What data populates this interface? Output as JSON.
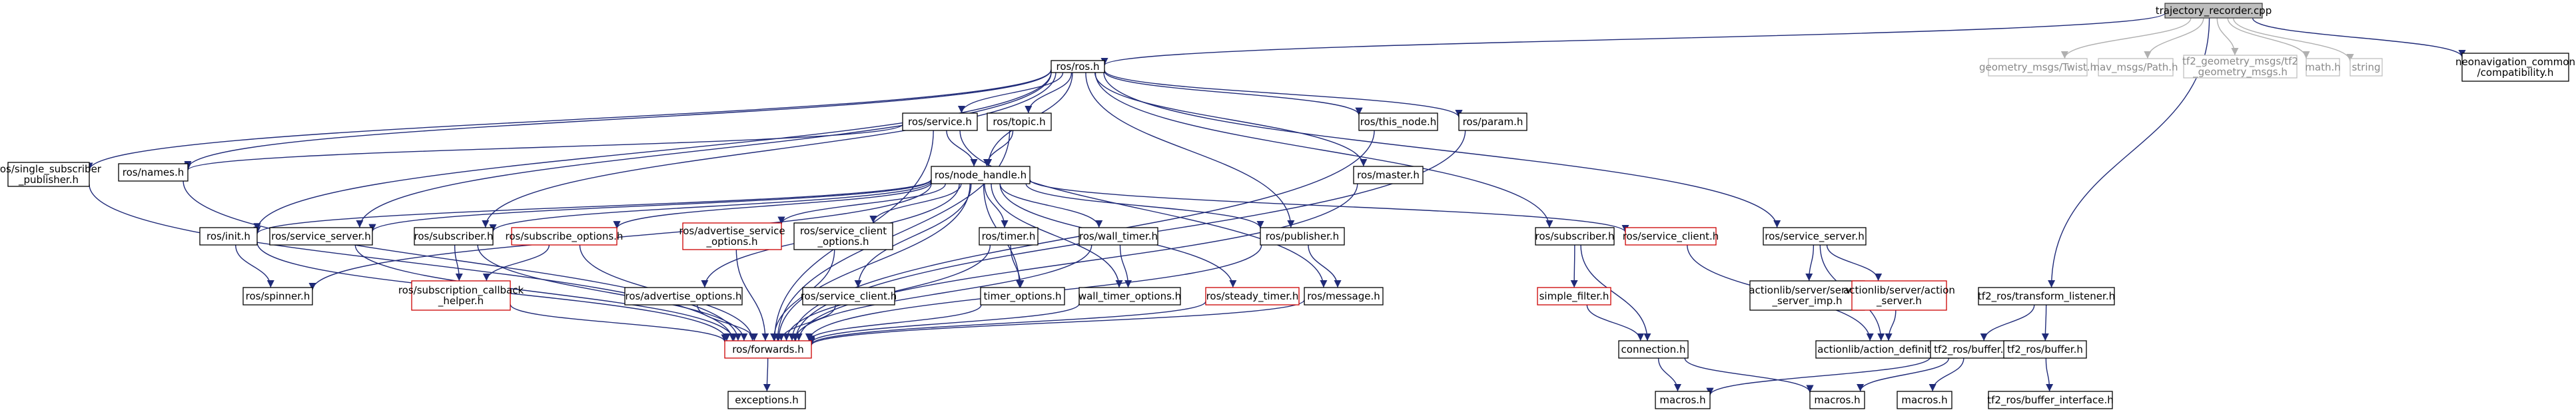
{
  "nodes": {
    "root": {
      "lines": [
        "trajectory_recorder.cpp"
      ],
      "style": "root"
    },
    "ros_h": {
      "lines": [
        "ros/ros.h"
      ],
      "style": "normal"
    },
    "geom_twist": {
      "lines": [
        "geometry_msgs/Twist.h"
      ],
      "style": "gray"
    },
    "nav_path": {
      "lines": [
        "nav_msgs/Path.h"
      ],
      "style": "gray"
    },
    "tf2_geom": {
      "lines": [
        "tf2_geometry_msgs/tf2",
        "_geometry_msgs.h"
      ],
      "style": "gray"
    },
    "math_h": {
      "lines": [
        "math.h"
      ],
      "style": "gray"
    },
    "string": {
      "lines": [
        "string"
      ],
      "style": "gray"
    },
    "neonav": {
      "lines": [
        "neonavigation_common",
        "/compatibility.h"
      ],
      "style": "normal"
    },
    "single_sub": {
      "lines": [
        "ros/single_subscriber",
        "_publisher.h"
      ],
      "style": "normal"
    },
    "names_h": {
      "lines": [
        "ros/names.h"
      ],
      "style": "normal"
    },
    "service_h": {
      "lines": [
        "ros/service.h"
      ],
      "style": "normal"
    },
    "topic_h": {
      "lines": [
        "ros/topic.h"
      ],
      "style": "normal"
    },
    "this_node": {
      "lines": [
        "ros/this_node.h"
      ],
      "style": "normal"
    },
    "param_h": {
      "lines": [
        "ros/param.h"
      ],
      "style": "normal"
    },
    "node_handle": {
      "lines": [
        "ros/node_handle.h"
      ],
      "style": "normal"
    },
    "master_h": {
      "lines": [
        "ros/master.h"
      ],
      "style": "normal"
    },
    "init_h": {
      "lines": [
        "ros/init.h"
      ],
      "style": "normal"
    },
    "service_server_a": {
      "lines": [
        "ros/service_server.h"
      ],
      "style": "normal"
    },
    "subscriber_a": {
      "lines": [
        "ros/subscriber.h"
      ],
      "style": "normal"
    },
    "subscribe_opts": {
      "lines": [
        "ros/subscribe_options.h"
      ],
      "style": "red"
    },
    "adv_service_opts": {
      "lines": [
        "ros/advertise_service",
        "_options.h"
      ],
      "style": "red"
    },
    "service_client_opts": {
      "lines": [
        "ros/service_client",
        "_options.h"
      ],
      "style": "normal"
    },
    "timer_h": {
      "lines": [
        "ros/timer.h"
      ],
      "style": "normal"
    },
    "wall_timer": {
      "lines": [
        "ros/wall_timer.h"
      ],
      "style": "normal"
    },
    "publisher_h": {
      "lines": [
        "ros/publisher.h"
      ],
      "style": "normal"
    },
    "subscriber_b": {
      "lines": [
        "ros/subscriber.h"
      ],
      "style": "normal"
    },
    "service_client_red": {
      "lines": [
        "ros/service_client.h"
      ],
      "style": "red"
    },
    "service_server_b": {
      "lines": [
        "ros/service_server.h"
      ],
      "style": "normal"
    },
    "spinner_h": {
      "lines": [
        "ros/spinner.h"
      ],
      "style": "normal"
    },
    "sub_cb_helper": {
      "lines": [
        "ros/subscription_callback",
        "_helper.h"
      ],
      "style": "red"
    },
    "adv_opts": {
      "lines": [
        "ros/advertise_options.h"
      ],
      "style": "normal"
    },
    "service_client_b": {
      "lines": [
        "ros/service_client.h"
      ],
      "style": "normal"
    },
    "timer_opts": {
      "lines": [
        "timer_options.h"
      ],
      "style": "normal"
    },
    "wall_timer_opts": {
      "lines": [
        "wall_timer_options.h"
      ],
      "style": "normal"
    },
    "steady_timer": {
      "lines": [
        "ros/steady_timer.h"
      ],
      "style": "red"
    },
    "message_h": {
      "lines": [
        "ros/message.h"
      ],
      "style": "normal"
    },
    "simple_filter": {
      "lines": [
        "simple_filter.h"
      ],
      "style": "red"
    },
    "al_service_imp": {
      "lines": [
        "actionlib/server/service",
        "_server_imp.h"
      ],
      "style": "normal"
    },
    "al_action_server": {
      "lines": [
        "actionlib/server/action",
        "_server.h"
      ],
      "style": "red"
    },
    "forwards_h": {
      "lines": [
        "ros/forwards.h"
      ],
      "style": "red"
    },
    "connection_h": {
      "lines": [
        "connection.h"
      ],
      "style": "normal"
    },
    "al_action_def": {
      "lines": [
        "actionlib/action_definition.h"
      ],
      "style": "normal"
    },
    "tf2_tl": {
      "lines": [
        "tf2_ros/transform_listener.h"
      ],
      "style": "normal"
    },
    "tf2_buffer_a": {
      "lines": [
        "tf2_ros/buffer.h"
      ],
      "style": "normal"
    },
    "tf2_buffer_b": {
      "lines": [
        "tf2_ros/buffer.h"
      ],
      "style": "normal"
    },
    "exceptions_h": {
      "lines": [
        "exceptions.h"
      ],
      "style": "normal"
    },
    "macros_a": {
      "lines": [
        "macros.h"
      ],
      "style": "normal"
    },
    "macros_b": {
      "lines": [
        "macros.h"
      ],
      "style": "normal"
    },
    "macros_c": {
      "lines": [
        "macros.h"
      ],
      "style": "normal"
    },
    "tf2_buf_iface": {
      "lines": [
        "tf2_ros/buffer_interface.h"
      ],
      "style": "normal"
    }
  },
  "edges": [
    [
      "root",
      "ros_h"
    ],
    [
      "root",
      "geom_twist"
    ],
    [
      "root",
      "nav_path"
    ],
    [
      "root",
      "tf2_geom"
    ],
    [
      "root",
      "math_h"
    ],
    [
      "root",
      "string"
    ],
    [
      "root",
      "neonav"
    ],
    [
      "root",
      "tf2_tl"
    ],
    [
      "ros_h",
      "single_sub"
    ],
    [
      "ros_h",
      "names_h"
    ],
    [
      "ros_h",
      "service_h"
    ],
    [
      "ros_h",
      "topic_h"
    ],
    [
      "ros_h",
      "node_handle"
    ],
    [
      "ros_h",
      "this_node"
    ],
    [
      "ros_h",
      "param_h"
    ],
    [
      "ros_h",
      "master_h"
    ],
    [
      "ros_h",
      "init_h"
    ],
    [
      "ros_h",
      "service_server_a"
    ],
    [
      "ros_h",
      "subscriber_a"
    ],
    [
      "ros_h",
      "publisher_h"
    ],
    [
      "ros_h",
      "subscriber_b"
    ],
    [
      "ros_h",
      "service_server_b"
    ],
    [
      "single_sub",
      "forwards_h"
    ],
    [
      "names_h",
      "forwards_h"
    ],
    [
      "service_h",
      "node_handle"
    ],
    [
      "service_h",
      "names_h"
    ],
    [
      "service_h",
      "message_h"
    ],
    [
      "service_h",
      "forwards_h"
    ],
    [
      "topic_h",
      "node_handle"
    ],
    [
      "topic_h",
      "forwards_h"
    ],
    [
      "this_node",
      "forwards_h"
    ],
    [
      "param_h",
      "forwards_h"
    ],
    [
      "master_h",
      "forwards_h"
    ],
    [
      "node_handle",
      "init_h"
    ],
    [
      "node_handle",
      "service_server_a"
    ],
    [
      "node_handle",
      "subscriber_a"
    ],
    [
      "node_handle",
      "subscribe_opts"
    ],
    [
      "node_handle",
      "adv_service_opts"
    ],
    [
      "node_handle",
      "service_client_opts"
    ],
    [
      "node_handle",
      "timer_h"
    ],
    [
      "node_handle",
      "wall_timer"
    ],
    [
      "node_handle",
      "publisher_h"
    ],
    [
      "node_handle",
      "service_client_red"
    ],
    [
      "node_handle",
      "spinner_h"
    ],
    [
      "node_handle",
      "adv_opts"
    ],
    [
      "node_handle",
      "service_client_b"
    ],
    [
      "node_handle",
      "timer_opts"
    ],
    [
      "node_handle",
      "wall_timer_opts"
    ],
    [
      "node_handle",
      "steady_timer"
    ],
    [
      "node_handle",
      "forwards_h"
    ],
    [
      "init_h",
      "spinner_h"
    ],
    [
      "init_h",
      "forwards_h"
    ],
    [
      "service_server_a",
      "forwards_h"
    ],
    [
      "subscriber_a",
      "sub_cb_helper"
    ],
    [
      "subscriber_a",
      "forwards_h"
    ],
    [
      "subscribe_opts",
      "sub_cb_helper"
    ],
    [
      "subscribe_opts",
      "forwards_h"
    ],
    [
      "adv_service_opts",
      "forwards_h"
    ],
    [
      "service_client_opts",
      "forwards_h"
    ],
    [
      "timer_h",
      "timer_opts"
    ],
    [
      "timer_h",
      "forwards_h"
    ],
    [
      "wall_timer",
      "wall_timer_opts"
    ],
    [
      "wall_timer",
      "forwards_h"
    ],
    [
      "publisher_h",
      "message_h"
    ],
    [
      "publisher_h",
      "forwards_h"
    ],
    [
      "sub_cb_helper",
      "forwards_h"
    ],
    [
      "adv_opts",
      "forwards_h"
    ],
    [
      "service_client_b",
      "forwards_h"
    ],
    [
      "timer_opts",
      "forwards_h"
    ],
    [
      "wall_timer_opts",
      "forwards_h"
    ],
    [
      "steady_timer",
      "forwards_h"
    ],
    [
      "message_h",
      "forwards_h"
    ],
    [
      "forwards_h",
      "exceptions_h"
    ],
    [
      "subscriber_b",
      "simple_filter"
    ],
    [
      "subscriber_b",
      "connection_h"
    ],
    [
      "simple_filter",
      "connection_h"
    ],
    [
      "service_client_red",
      "al_action_def"
    ],
    [
      "service_server_b",
      "al_service_imp"
    ],
    [
      "service_server_b",
      "al_action_server"
    ],
    [
      "service_server_b",
      "al_action_def"
    ],
    [
      "al_action_server",
      "al_action_def"
    ],
    [
      "connection_h",
      "macros_a"
    ],
    [
      "connection_h",
      "macros_b"
    ],
    [
      "tf2_tl",
      "tf2_buffer_a"
    ],
    [
      "tf2_tl",
      "tf2_buffer_b"
    ],
    [
      "tf2_buffer_a",
      "macros_a"
    ],
    [
      "tf2_buffer_a",
      "macros_b"
    ],
    [
      "tf2_buffer_a",
      "macros_c"
    ],
    [
      "tf2_buffer_b",
      "tf2_buf_iface"
    ]
  ],
  "colors": {
    "edge": "#1f2a78",
    "edge_gray": "#b0b0b0",
    "node_red": "#cc0000",
    "node_gray": "#bfbfbf",
    "root_fill": "#bfbfbf"
  }
}
